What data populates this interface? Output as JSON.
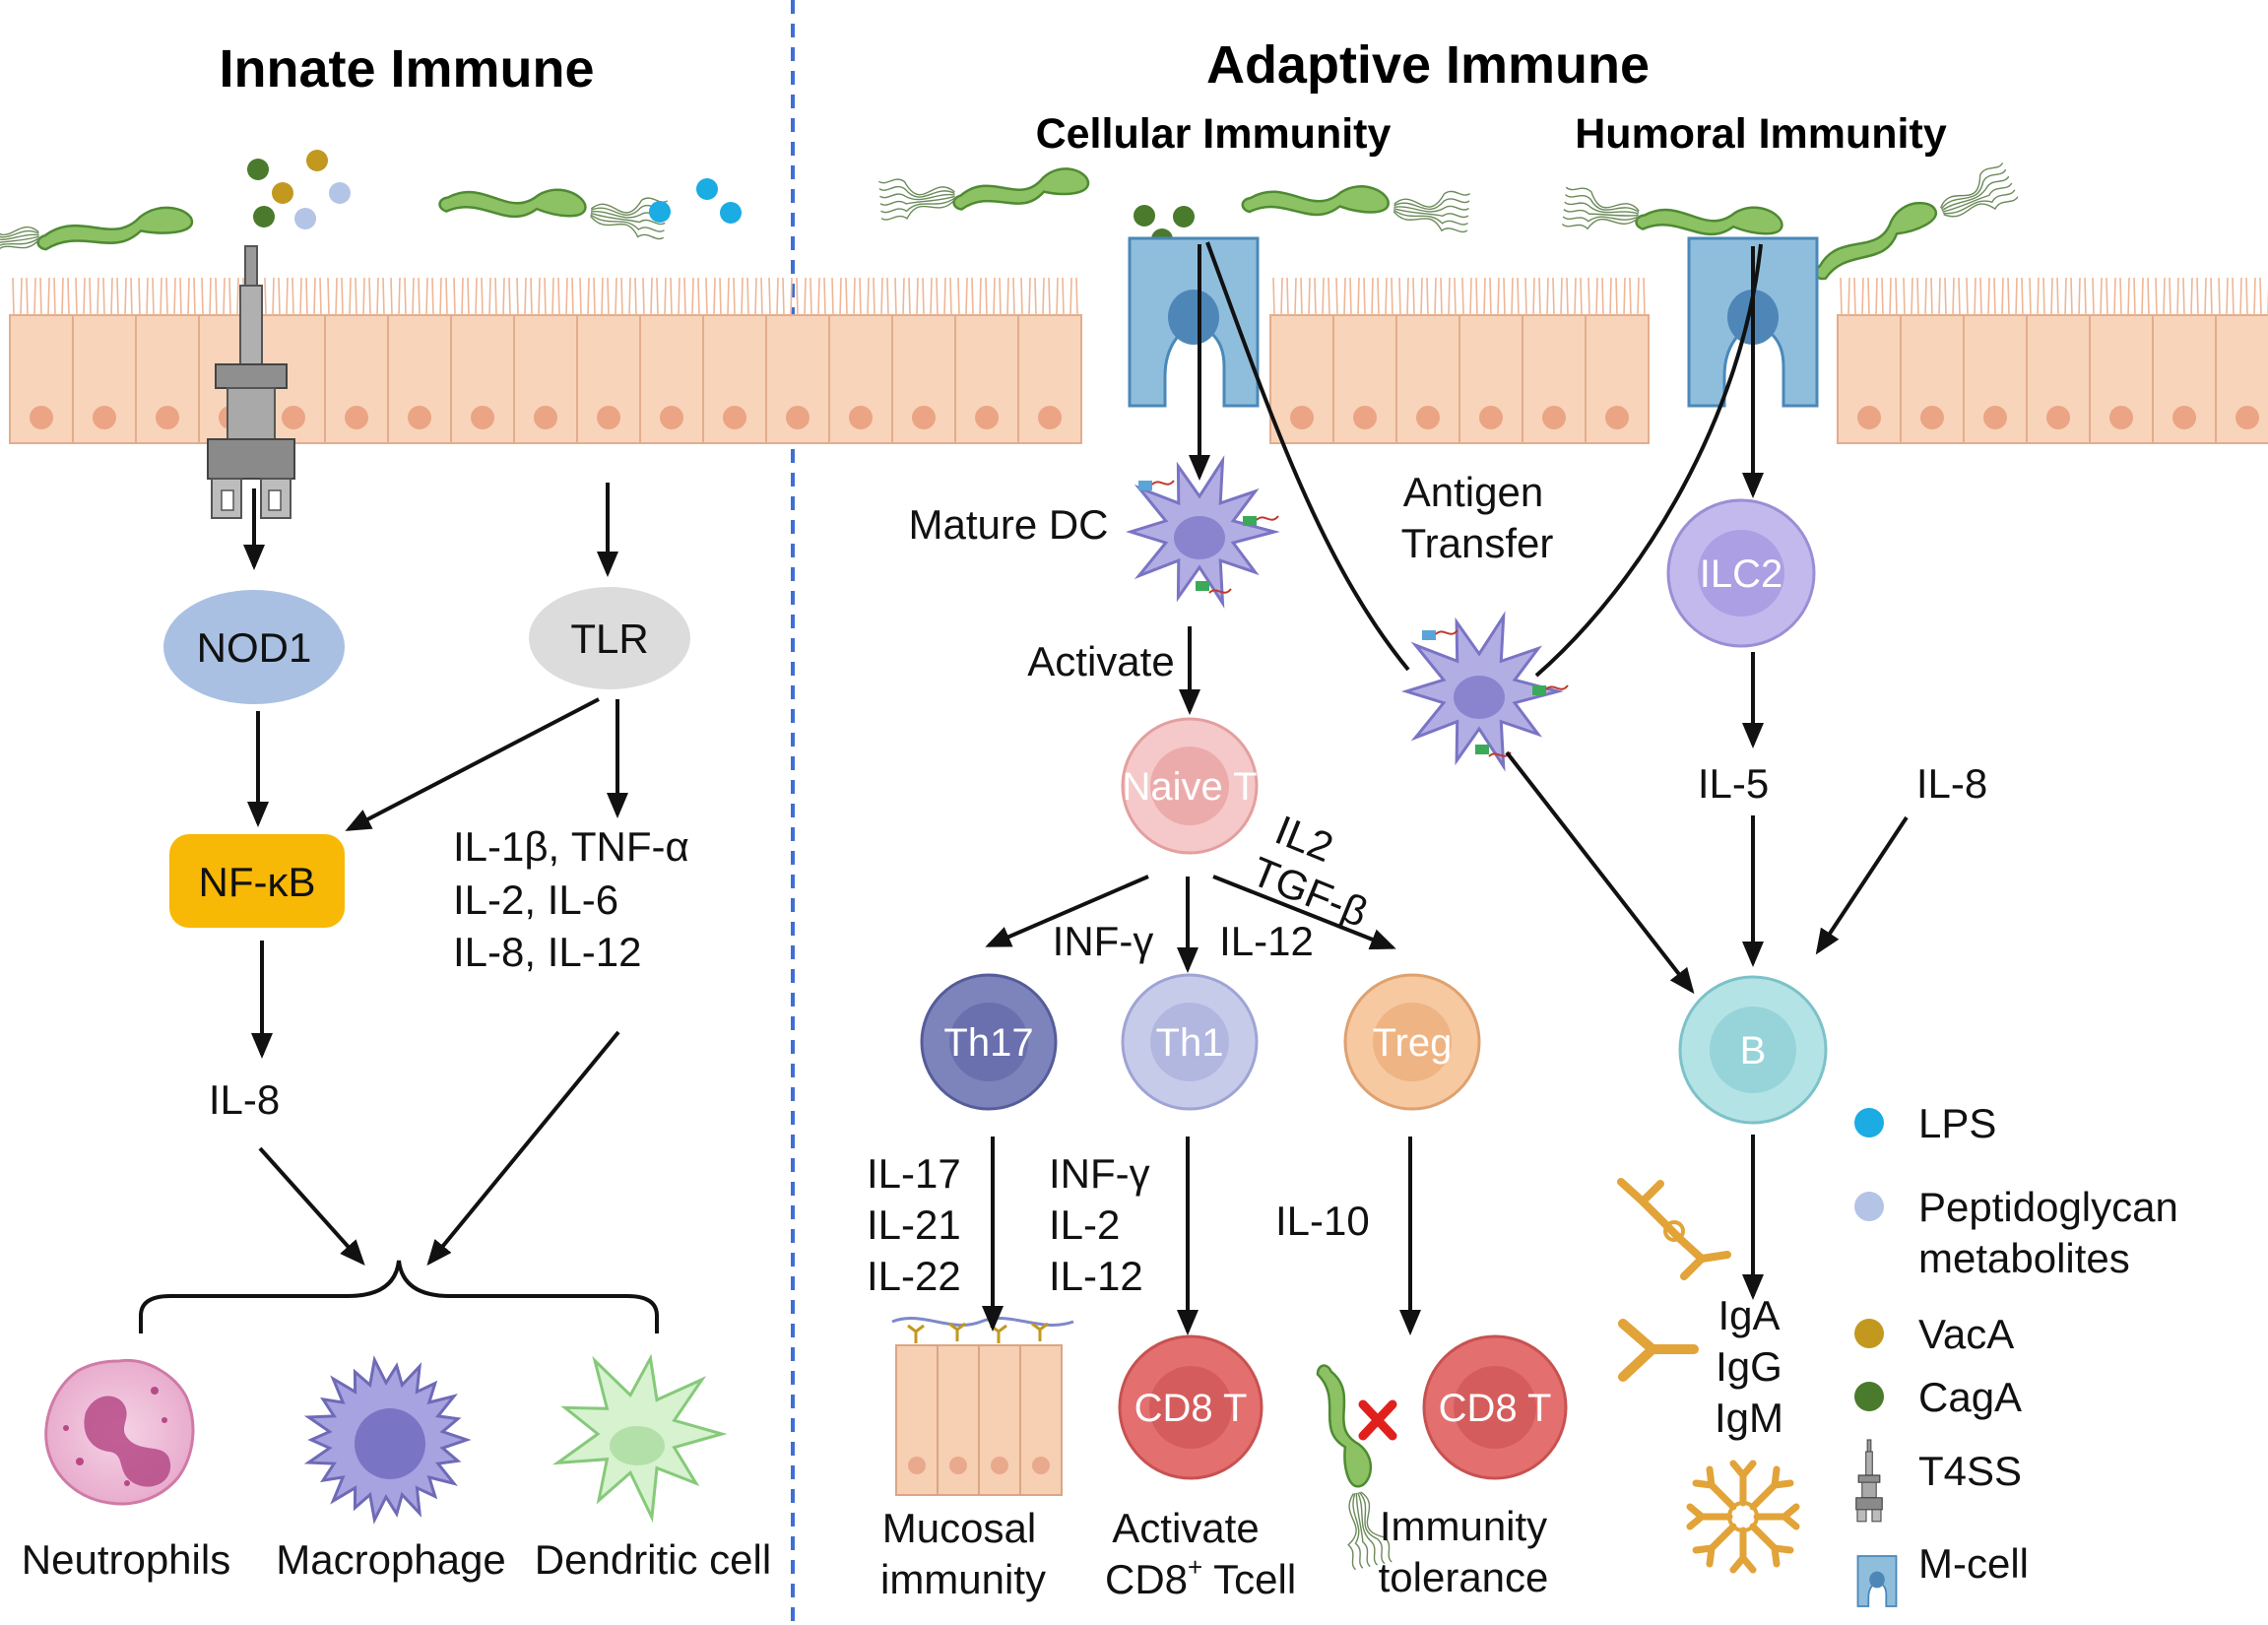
{
  "sections": {
    "innate": "Innate Immune",
    "adaptive": "Adaptive Immune",
    "cellular": "Cellular Immunity",
    "humoral": "Humoral Immunity"
  },
  "innate": {
    "nod1": "NOD1",
    "tlr": "TLR",
    "nfkb": "NF-κB",
    "cytokines": [
      "IL-1β, TNF-α",
      "IL-2, IL-6",
      "IL-8, IL-12"
    ],
    "il8": "IL-8",
    "cells": [
      "Neutrophils",
      "Macrophage",
      "Dendritic cell"
    ]
  },
  "adaptive": {
    "mature_dc": "Mature DC",
    "activate": "Activate",
    "antigen_transfer": [
      "Antigen",
      "Transfer"
    ],
    "naive_t": "Naive T",
    "il2": "IL2",
    "tgfb": "TGF-β",
    "infg": "INF-γ",
    "il12": "IL-12",
    "th17": "Th17",
    "th1": "Th1",
    "treg": "Treg",
    "th17_cytokines": [
      "IL-17",
      "IL-21",
      "IL-22"
    ],
    "th1_cytokines": [
      "INF-γ",
      "IL-2",
      "IL-12"
    ],
    "treg_cytokine": "IL-10",
    "cd8_active": "CD8 T",
    "cd8_tolerant": "CD8 T",
    "mucosal": [
      "Mucosal",
      "immunity"
    ],
    "activate_cd8": [
      "Activate",
      "CD8",
      "+",
      " Tcell"
    ],
    "tolerance": [
      "Immunity",
      "tolerance"
    ],
    "ilc2": "ILC2",
    "il5": "IL-5",
    "il8": "IL-8",
    "b": "B",
    "antibodies": [
      "IgA",
      "IgG",
      "IgM"
    ]
  },
  "legend": [
    {
      "label": "LPS",
      "color": "#1aace3"
    },
    {
      "label": "Peptidoglycan",
      "label2": "metabolites",
      "color": "#b4c4e6"
    },
    {
      "label": "VacA",
      "color": "#c2981f"
    },
    {
      "label": "CagA",
      "color": "#4a7a2c"
    },
    {
      "label": "T4SS",
      "icon": "t4ss-icon"
    },
    {
      "label": "M-cell",
      "icon": "m-cell-icon"
    }
  ]
}
